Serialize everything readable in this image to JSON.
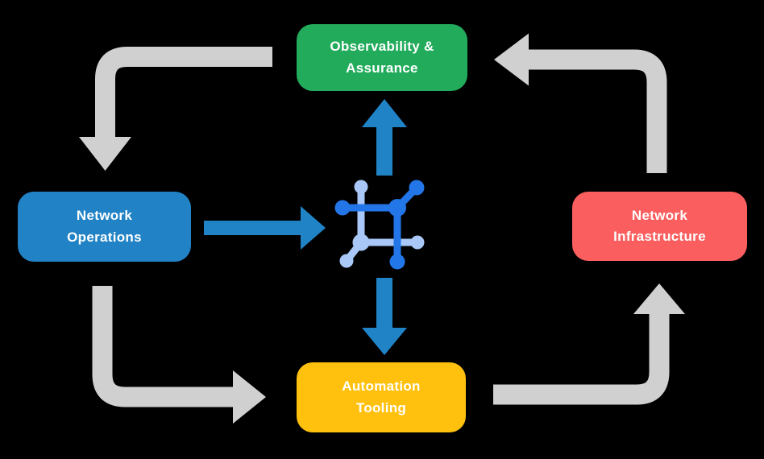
{
  "diagram": {
    "background_color": "#000000",
    "nodes": {
      "observability": {
        "label": "Observability &\nAssurance",
        "color": "#21ab5b"
      },
      "operations": {
        "label": "Network\nOperations",
        "color": "#2183c6"
      },
      "infrastructure": {
        "label": "Network\nInfrastructure",
        "color": "#fb5e5e"
      },
      "automation": {
        "label": "Automation\nTooling",
        "color": "#ffc10d"
      }
    },
    "center_icon": {
      "name": "network-fabric-icon",
      "dark_color": "#2276e8",
      "light_color": "#a9c8f8"
    },
    "arrows": {
      "cycle_color": "#d0d0d0",
      "flow_color": "#2083c6",
      "cycle": [
        {
          "from": "observability",
          "to": "operations"
        },
        {
          "from": "operations",
          "to": "automation"
        },
        {
          "from": "automation",
          "to": "infrastructure"
        },
        {
          "from": "infrastructure",
          "to": "observability"
        }
      ],
      "flows": [
        {
          "from": "operations",
          "to": "center"
        },
        {
          "from": "center",
          "to": "observability"
        },
        {
          "from": "center",
          "to": "automation"
        }
      ]
    }
  }
}
